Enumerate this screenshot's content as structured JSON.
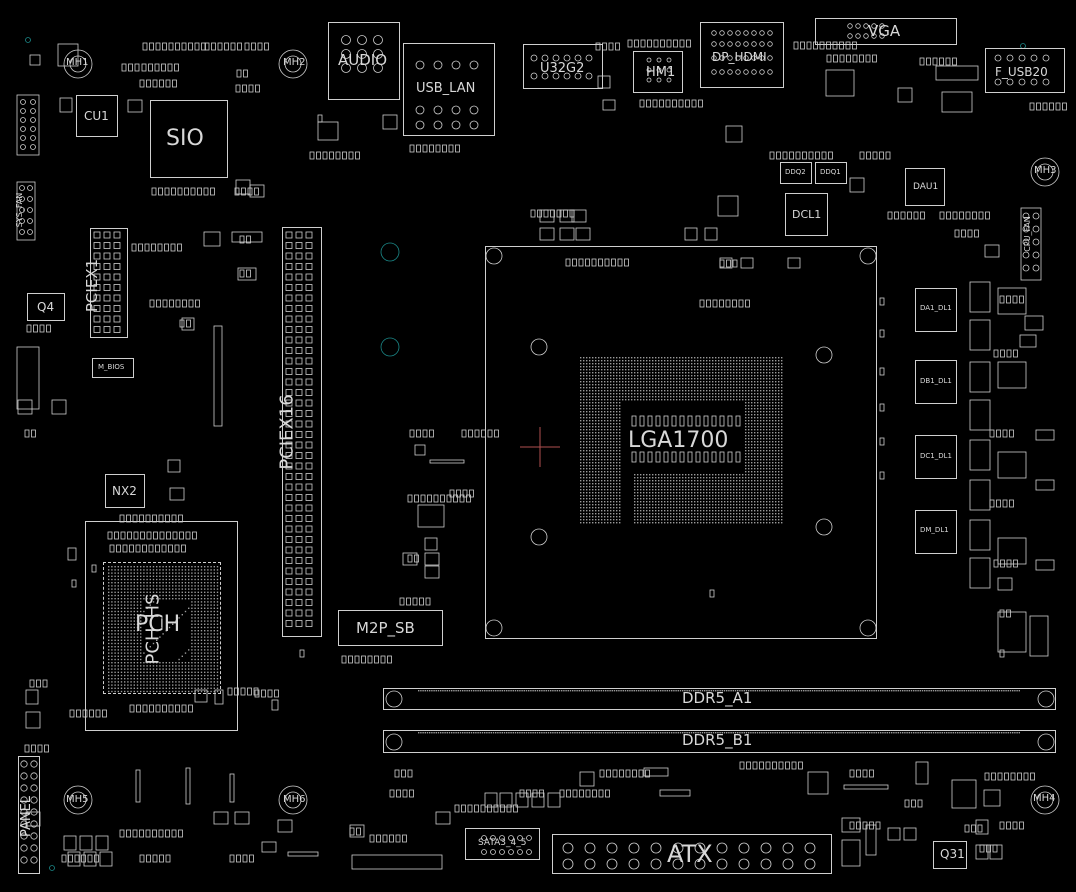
{
  "title": "",
  "colors": {
    "background": "#000000",
    "silkscreen": "#cfcfcf",
    "accent": "#1b8a8a",
    "cross": "#b05050"
  },
  "labels": {
    "mh1": "MH1",
    "mh2": "MH2",
    "mh3": "MH3",
    "mh4": "MH4",
    "mh5": "MH5",
    "mh6": "MH6",
    "audio": "AUDIO",
    "usb_lan": "USB_LAN",
    "u32g2": "U32G2",
    "hm1": "HM1",
    "dp_hdmi": "DP_HDMI",
    "vga": "VGA",
    "f_usb20": "F_USB20",
    "cu1": "CU1",
    "sio": "SIO",
    "dau1": "DAU1",
    "dcl1": "DCL1",
    "pciex1": "PCIEX1",
    "pciex16": "PCIEX16",
    "q4": "Q4",
    "m_bios": "M_BIOS",
    "lga1700": "LGA1700",
    "nx2": "NX2",
    "pch": "PCH",
    "pch_hs": "PCH_HS",
    "m2p_sb": "M2P_SB",
    "ddr5_a1": "DDR5_A1",
    "ddr5_b1": "DDR5_B1",
    "panel": "PANEL",
    "sata": "SATA3_4_5",
    "atx": "ATX",
    "q31": "Q31",
    "da1_dl1": "DA1_DL1",
    "db1_dl1": "DB1_DL1",
    "dc1_dl1": "DC1_DL1",
    "dm_dl1": "DM_DL1",
    "ddq2": "DDQ2",
    "ddq1": "DDQ1",
    "cpu_fan": "CPU_FAN",
    "sys_fan": "SYS_FAN"
  }
}
